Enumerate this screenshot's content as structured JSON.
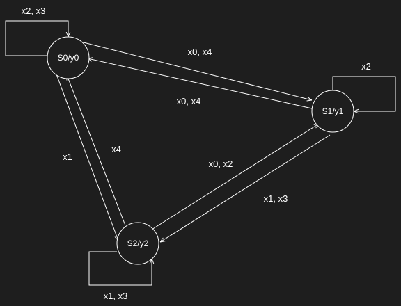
{
  "diagram": {
    "background": "#1e1e1e",
    "stroke_color": "#ffffff",
    "text_color": "#ffffff",
    "states": {
      "s0": "S0/y0",
      "s1": "S1/y1",
      "s2": "S2/y2"
    },
    "transitions": {
      "s0_self": "x2, x3",
      "s0_to_s1": "x0, x4",
      "s1_to_s0": "x0, x4",
      "s1_self": "x2",
      "s0_to_s2": "x1",
      "s2_to_s0": "x4",
      "s2_to_s1": "x0, x2",
      "s1_to_s2": "x1, x3",
      "s2_self": "x1, x3"
    }
  }
}
